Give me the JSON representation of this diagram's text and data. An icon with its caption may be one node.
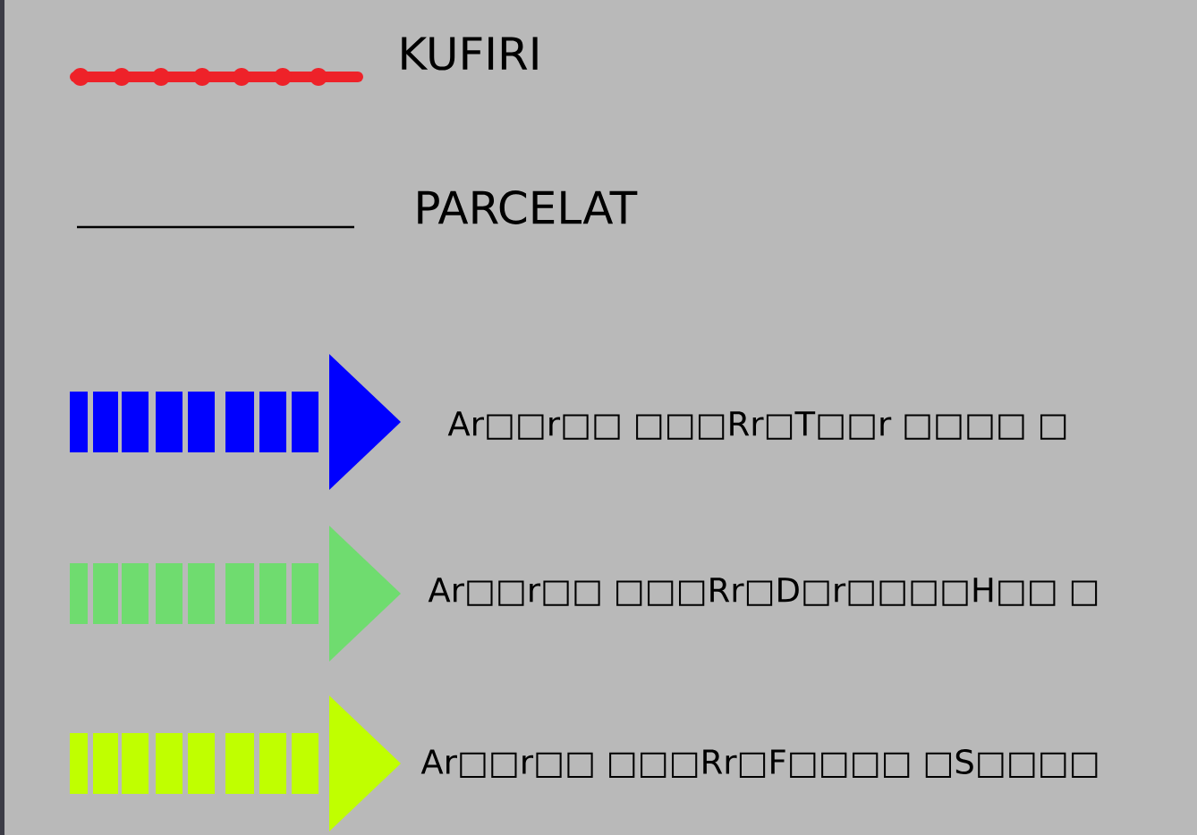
{
  "diagram": {
    "legend": [
      {
        "text": "KUFIRI",
        "color": "#ee2229"
      },
      {
        "text": "PARCELAT"
      },
      {
        "text": "Ar□□r□□ □□□Rr□T□□r □□□□ □",
        "color": "#0000ff"
      },
      {
        "text": "Ar□□r□□ □□□Rr□D□r□□□□H□□ □",
        "color": "#6fdc6f"
      },
      {
        "text": "Ar□□r□□ □□□Rr□F□□□□ □S□□□□",
        "color": "#c0ff00"
      }
    ]
  }
}
